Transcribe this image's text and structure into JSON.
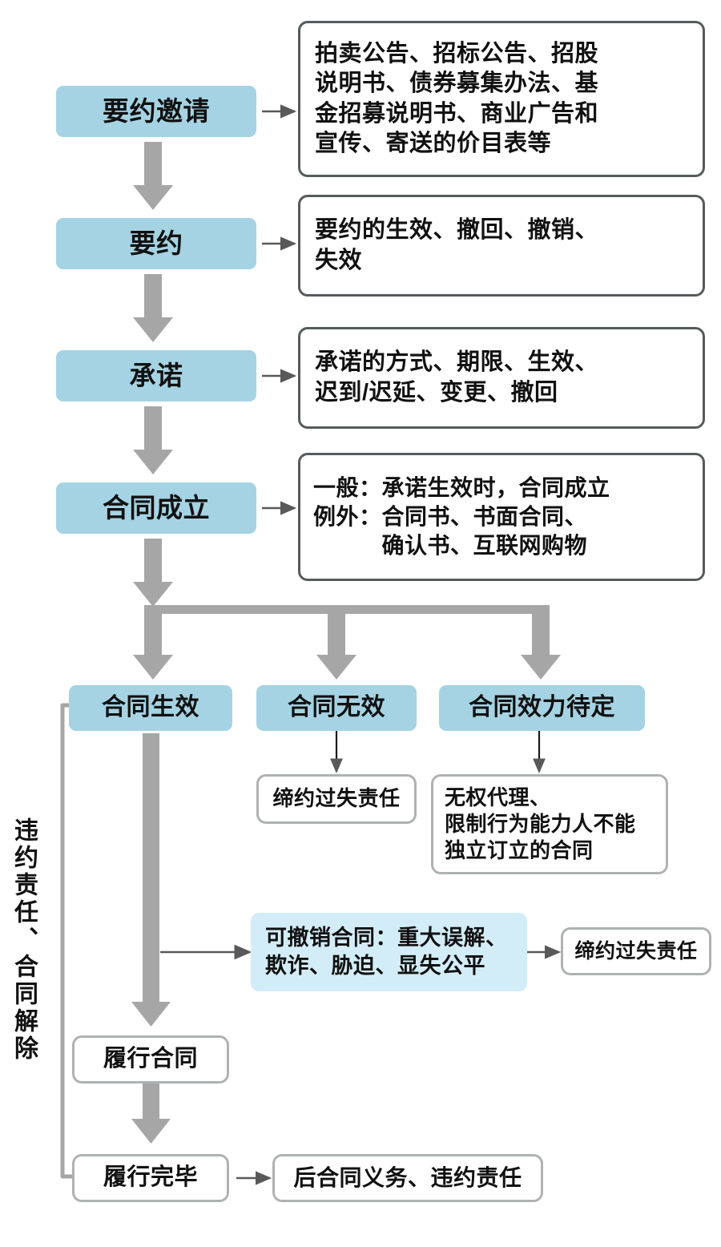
{
  "diagram": {
    "title_text_vertical": "违约责任、合同解除",
    "colors": {
      "chip_blue": "#a5d3e3",
      "chip_light_blue": "#d3edf8",
      "border_dark": "#555b5c",
      "border_light": "#aeb2b3",
      "arrow_thick": "#a6a6a6",
      "arrow_thin": "#595959",
      "text": "#111111",
      "background": "#ffffff"
    },
    "stages": [
      {
        "id": "yaoyue-yaoqing",
        "label": "要约邀请"
      },
      {
        "id": "yaoyue",
        "label": "要约"
      },
      {
        "id": "chengnuo",
        "label": "承诺"
      },
      {
        "id": "hetong-chengli",
        "label": "合同成立"
      }
    ],
    "stage_details": [
      {
        "id": "detail-yaoyue-yaoqing",
        "text": "拍卖公告、招标公告、招股\n说明书、债券募集办法、基\n金招募说明书、商业广告和\n宣传、寄送的价目表等"
      },
      {
        "id": "detail-yaoyue",
        "text": "要约的生效、撤回、撤销、\n失效"
      },
      {
        "id": "detail-chengnuo",
        "text": "承诺的方式、期限、生效、\n迟到/迟延、变更、撤回"
      },
      {
        "id": "detail-hetong-chengli",
        "text": "一般：承诺生效时，合同成立\n例外：合同书、书面合同、\n　　　确认书、互联网购物"
      }
    ],
    "branches": [
      {
        "id": "hetong-shengxiao",
        "label": "合同生效"
      },
      {
        "id": "hetong-wuxiao",
        "label": "合同无效"
      },
      {
        "id": "hetong-xiaoli-daiding",
        "label": "合同效力待定"
      }
    ],
    "branch_details": [
      {
        "id": "dyguoshi-zeren-1",
        "text": "缔约过失责任"
      },
      {
        "id": "wuquan-daili",
        "text": "无权代理、\n限制行为能力人不能\n独立订立的合同"
      }
    ],
    "revocable": {
      "id": "ke-chexiao-hetong",
      "text": "可撤销合同：重大误解、\n欺诈、胁迫、显失公平"
    },
    "revocable_result": {
      "id": "dyguoshi-zeren-2",
      "text": "缔约过失责任"
    },
    "performance": [
      {
        "id": "luxing-hetong",
        "label": "履行合同"
      },
      {
        "id": "luxing-wanbi",
        "label": "履行完毕"
      }
    ],
    "post_contract": {
      "id": "hou-hetong-yiwu",
      "text": "后合同义务、违约责任"
    }
  }
}
